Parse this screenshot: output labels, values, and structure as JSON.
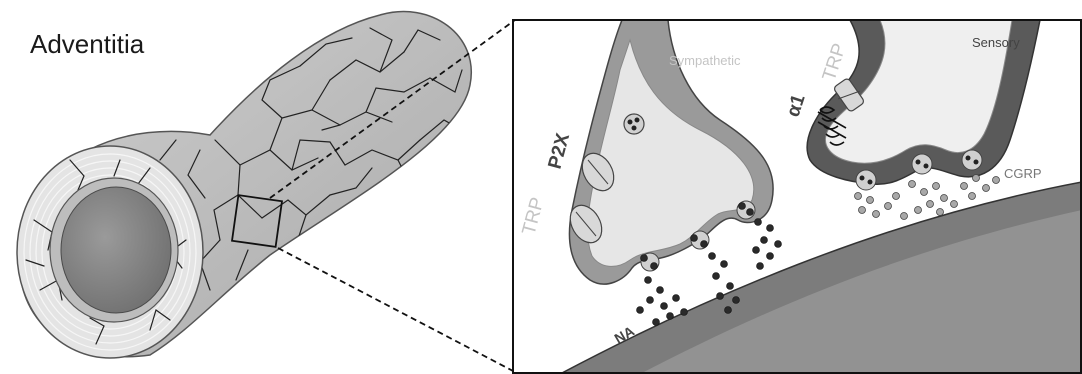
{
  "labels": {
    "adventitia": "Adventitia",
    "sympathetic": "Sympathetic",
    "sensory": "Sensory",
    "p2x": "P2X",
    "trp_left": "TRP",
    "trp_right": "TRP",
    "alpha1": "α1",
    "cgrp": "CGRP",
    "na": "NA"
  }
}
